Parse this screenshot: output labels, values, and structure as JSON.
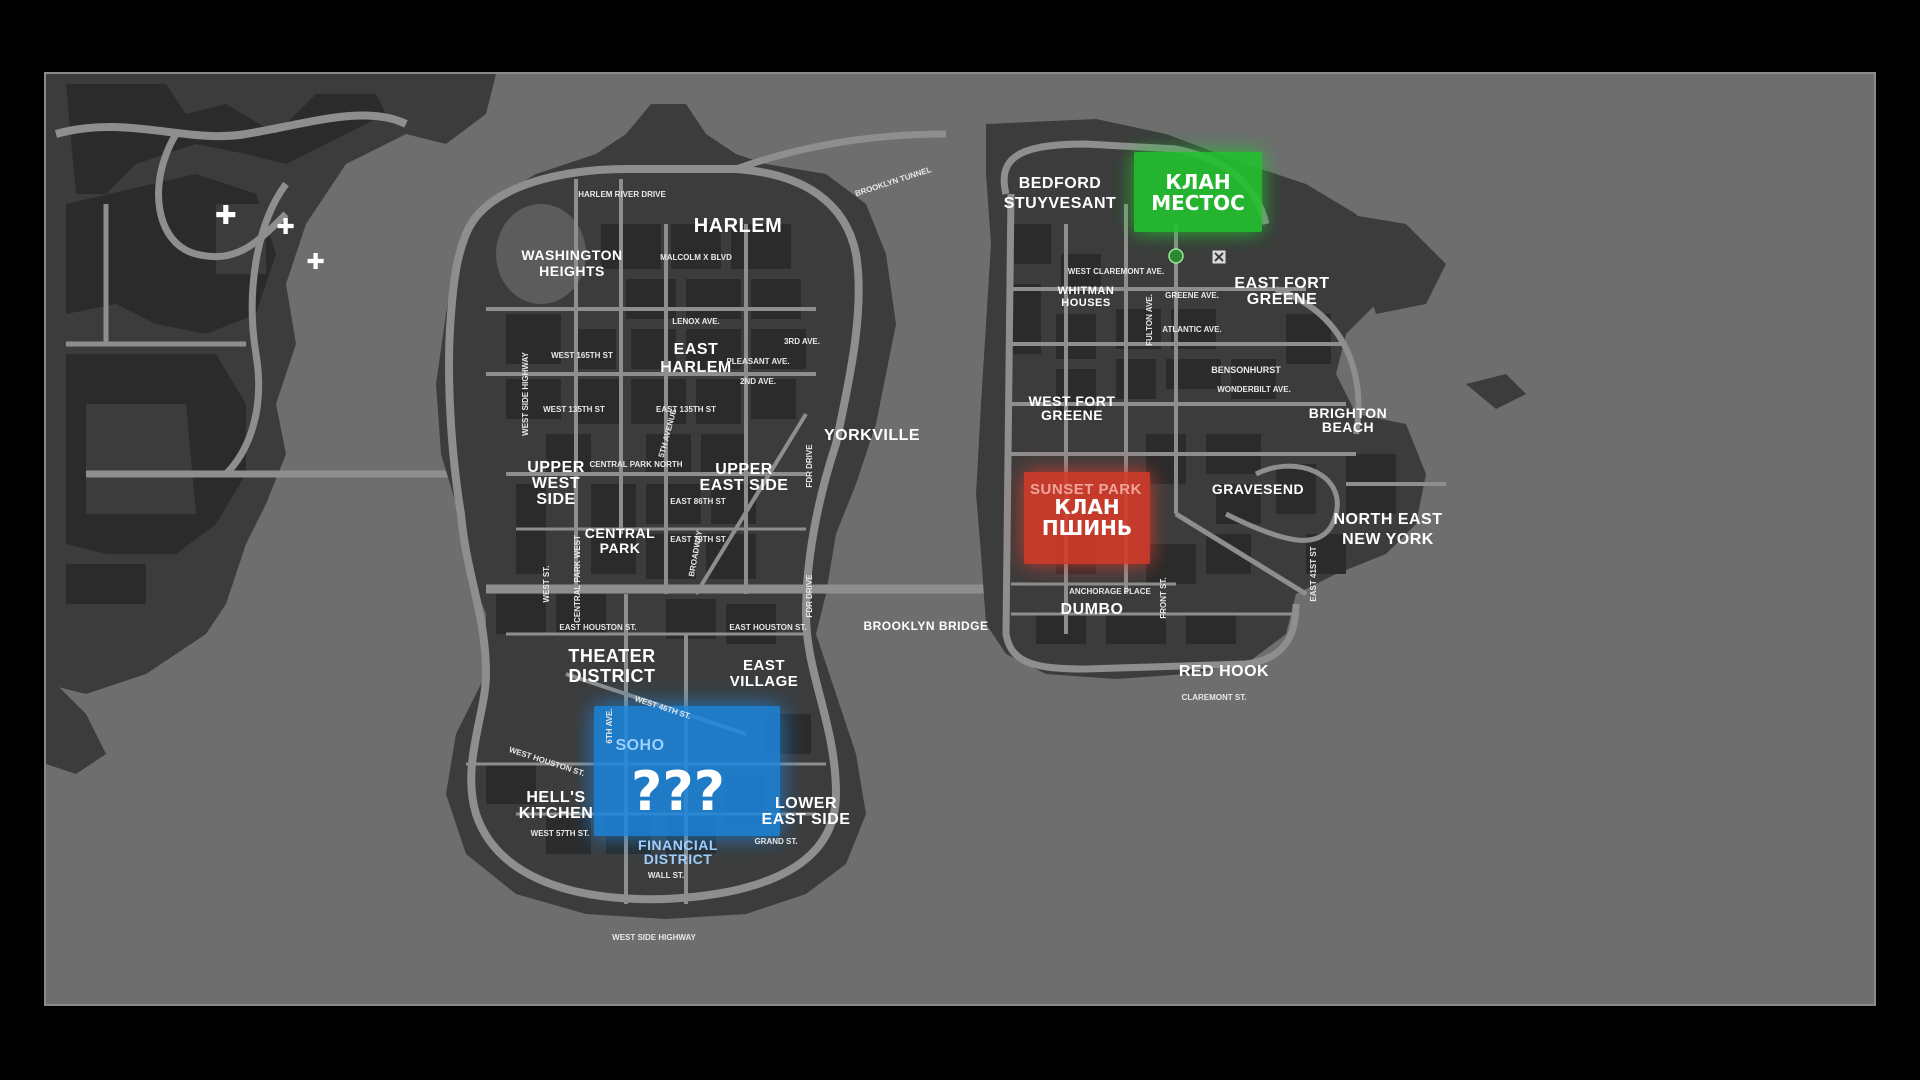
{
  "colors": {
    "background": "#000000",
    "water": "#6e6e6e",
    "land": "#3c3c3c",
    "block": "#2b2b2b",
    "road": "#8e8e8e",
    "green_zone": "#22c22e",
    "red_zone": "#d33a2c",
    "blue_zone": "#1f86e0"
  },
  "territories": {
    "green": {
      "line1": "КЛАН",
      "line2": "МЕСТОС"
    },
    "red": {
      "line1": "КЛАН",
      "line2": "ПШИНЬ"
    },
    "blue": {
      "label": "???"
    }
  },
  "districts": {
    "harlem": "HARLEM",
    "washington_heights_1": "WASHINGTON",
    "washington_heights_2": "HEIGHTS",
    "east_harlem_1": "EAST",
    "east_harlem_2": "HARLEM",
    "yorkville": "YORKVILLE",
    "upper_west_side_1": "UPPER",
    "upper_west_side_2": "WEST",
    "upper_west_side_3": "SIDE",
    "upper_east_side_1": "UPPER",
    "upper_east_side_2": "EAST SIDE",
    "central_park_1": "CENTRAL",
    "central_park_2": "PARK",
    "theater_district_1": "THEATER",
    "theater_district_2": "DISTRICT",
    "east_village_1": "EAST",
    "east_village_2": "VILLAGE",
    "soho": "SOHO",
    "hells_kitchen_1": "HELL'S",
    "hells_kitchen_2": "KITCHEN",
    "lower_east_side_1": "LOWER",
    "lower_east_side_2": "EAST SIDE",
    "financial_district_1": "FINANCIAL",
    "financial_district_2": "DISTRICT",
    "bedford_1": "BEDFORD",
    "bedford_2": "STUYVESANT",
    "whitman_1": "WHITMAN",
    "whitman_2": "HOUSES",
    "east_fort_greene_1": "EAST FORT",
    "east_fort_greene_2": "GREENE",
    "bensonhurst": "BENSONHURST",
    "west_fort_greene_1": "WEST FORT",
    "west_fort_greene_2": "GREENE",
    "brighton_beach_1": "BRIGHTON",
    "brighton_beach_2": "BEACH",
    "sunset_park": "SUNSET PARK",
    "gravesend": "GRAVESEND",
    "north_east_ny_1": "NORTH EAST",
    "north_east_ny_2": "NEW YORK",
    "dumbo": "DUMBO",
    "red_hook": "RED HOOK"
  },
  "streets": {
    "harlem_river_drive": "HARLEM RIVER DRIVE",
    "malcolm_x": "MALCOLM X BLVD",
    "lenox": "LENOX AVE.",
    "west_165": "WEST 165TH ST",
    "west_135": "WEST 135TH ST",
    "east_135": "EAST 135TH ST",
    "pleasant_ave": "PLEASANT AVE.",
    "second_ave": "2ND AVE.",
    "third_ave": "3RD AVE.",
    "west_side_highway": "WEST SIDE HIGHWAY",
    "fifth_avenue": "5TH AVENUE",
    "fdr_drive": "FDR DRIVE",
    "central_park_north": "CENTRAL PARK NORTH",
    "east_86": "EAST 86TH ST",
    "east_79": "EAST 79TH ST",
    "central_park_west": "CENTRAL PARK WEST",
    "west_st": "WEST ST.",
    "broadway": "BROADWAY",
    "east_houston": "EAST HOUSTON ST.",
    "brooklyn_bridge": "BROOKLYN BRIDGE",
    "brooklyn_tunnel": "BROOKLYN TUNNEL",
    "west_houston": "WEST HOUSTON ST.",
    "west_57": "WEST 57TH ST.",
    "west_46": "WEST 46TH ST.",
    "grand_st": "GRAND ST.",
    "sixth_ave": "6TH AVE.",
    "wall_st": "WALL ST.",
    "west_side_highway_south": "WEST SIDE HIGHWAY",
    "fulton_ave": "FULTON AVE.",
    "greene_ave": "GREENE AVE.",
    "atlantic_ave": "ATLANTIC AVE.",
    "wonderbilt": "WONDERBILT AVE.",
    "west_claremont": "WEST CLAREMONT AVE.",
    "anchorage": "ANCHORAGE PLACE",
    "claremont_st": "CLAREMONT ST.",
    "front_st": "FRONT ST.",
    "east_41": "EAST 41ST ST"
  }
}
